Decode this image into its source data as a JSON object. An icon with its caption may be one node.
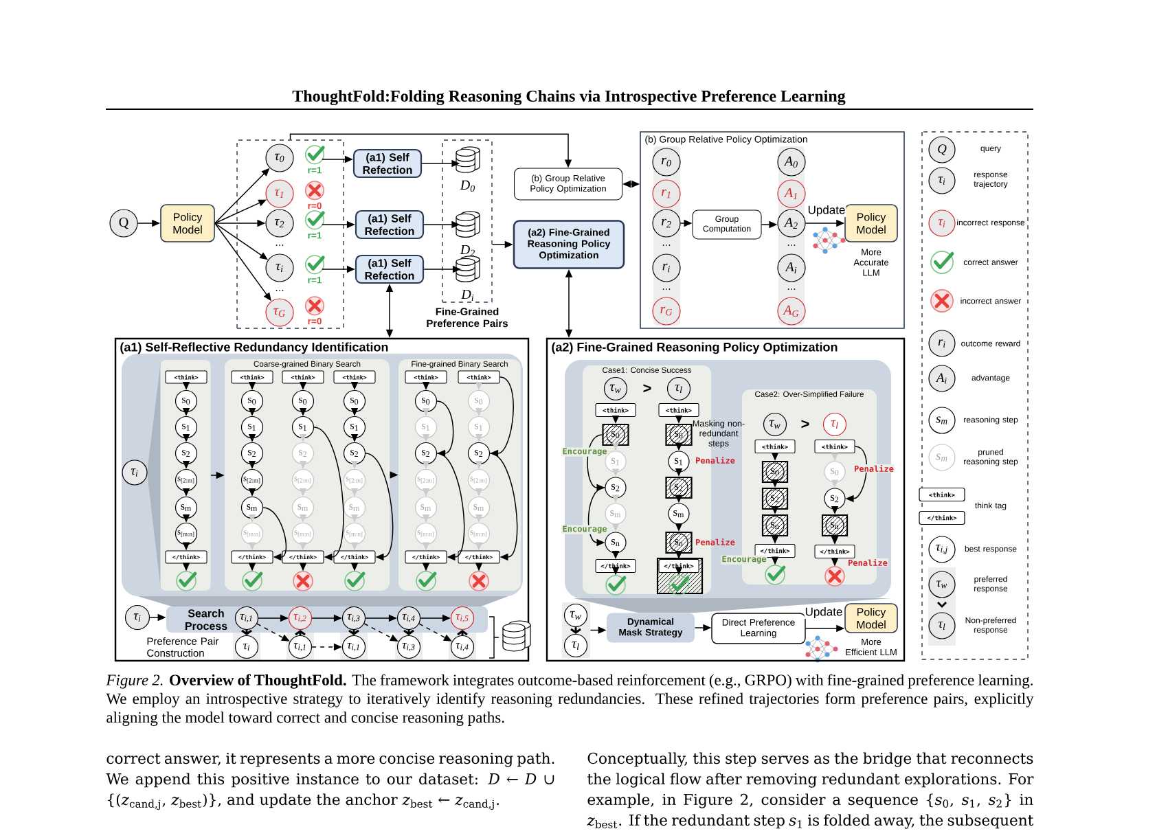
{
  "diagram": {
    "title": "ThoughtFold:Folding Reasoning Chains via Introspective Preference Learning",
    "caption": "*Figure 2.* **Overview of ThoughtFold.** The framework integrates outcome-based reinforcement (e.g., GRPO) with fine-grained preference learning. We employ an introspective strategy to iteratively identify reasoning redundancies. These refined trajectories form preference pairs, explicitly aligning the model toward correct and concise reasoning paths.",
    "nodes": [
      {
        "text": [
          "Q"
        ]
      },
      {
        "text": [
          "Policy Model"
        ]
      },
      {
        "text": [],
        "shape": "box"
      },
      {
        "text": [
          "τ$_{0}$"
        ],
        "in": 2
      },
      {
        "text": [
          "τ$_{1}$"
        ],
        "in": 2
      },
      {
        "text": [
          "τ$_{2}$"
        ],
        "in": 2
      },
      {
        "text": [
          "τ$_{i}$"
        ],
        "in": 2
      },
      {
        "text": [
          "τ$_{G}$"
        ],
        "in": 2
      },
      {
        "text": [
          "r=1"
        ],
        "in": 2
      },
      {
        "text": [
          "r=0"
        ],
        "in": 2
      },
      {
        "text": [
          "r=1"
        ],
        "in": 2
      },
      {
        "text": [
          "r=1"
        ],
        "in": 2
      },
      {
        "text": [
          "r=0"
        ],
        "in": 2
      },
      {
        "text": [
          "(a1) Self Refection"
        ]
      },
      {
        "text": [
          "(a1) Self Refection"
        ]
      },
      {
        "text": [
          "(a1) Self Refection"
        ]
      },
      {
        "text": [
          "Fine-Grained Preference Pairs"
        ]
      },
      {
        "text": [
          "D$_{0}$"
        ],
        "in": 16
      },
      {
        "text": [
          "D$_{2}$"
        ],
        "in": 16
      },
      {
        "text": [
          "D$_{i}$"
        ],
        "in": 16
      },
      {
        "text": [
          "(b) Group Relative Policy Optimization"
        ]
      },
      {
        "text": [
          "(a2) Fine-Grained Reasoning Policy Optimization"
        ]
      },
      {
        "text": [
          "(b) Group Relative Policy Optimization"
        ]
      },
      {
        "text": [
          "r$_{0}$"
        ],
        "in": 22
      },
      {
        "text": [
          "r$_{1}$"
        ],
        "in": 22
      },
      {
        "text": [
          "r$_{2}$"
        ],
        "in": 22
      },
      {
        "text": [
          "r$_{i}$"
        ],
        "in": 22
      },
      {
        "text": [
          "r$_{G}$"
        ],
        "in": 22
      },
      {
        "text": [
          "Group Computation"
        ],
        "in": 22
      },
      {
        "text": [
          "A$_{0}$"
        ],
        "in": 22
      },
      {
        "text": [
          "A$_{1}$"
        ],
        "in": 22
      },
      {
        "text": [
          "A$_{2}$"
        ],
        "in": 22
      },
      {
        "text": [
          "A$_{i}$"
        ],
        "in": 22
      },
      {
        "text": [
          "A$_{G}$"
        ],
        "in": 22
      },
      {
        "text": [
          "Policy Model"
        ],
        "beside": [
          "More Accurate LLM"
        ],
        "in": 22
      },
      {
        "text": [
          "(a1) Self-Reflective Redundancy Identification"
        ]
      },
      {
        "text": [
          "τ$_{i}$"
        ],
        "in": 35
      },
      {
        "text": [],
        "shape": "box",
        "in": 35
      },
      {
        "text": [
          "Coarse-grained Binary Search"
        ],
        "in": 35
      },
      {
        "text": [
          "Fine-grained Binary Search"
        ],
        "in": 35
      },
      {
        "text": [
          "<think>"
        ],
        "in": 37
      },
      {
        "text": [
          "s$_{0}$"
        ],
        "in": 37
      },
      {
        "text": [
          "s$_{1}$"
        ],
        "in": 37
      },
      {
        "text": [
          "s$_{2}$"
        ],
        "in": 37
      },
      {
        "text": [
          "s$_{[2:m]}$"
        ],
        "in": 37
      },
      {
        "text": [
          "s$_{m}$"
        ],
        "in": 37
      },
      {
        "text": [
          "s$_{[m:n]}$"
        ],
        "in": 37
      },
      {
        "text": [
          "</think>"
        ],
        "in": 37
      },
      {
        "text": [],
        "shape": "check",
        "in": 37
      },
      {
        "text": [
          "<think>"
        ],
        "in": 38
      },
      {
        "text": [
          "s$_{0}$"
        ],
        "in": 38
      },
      {
        "text": [
          "s$_{1}$"
        ],
        "in": 38
      },
      {
        "text": [
          "s$_{2}$"
        ],
        "in": 38
      },
      {
        "text": [
          "s$_{[2:m]}$"
        ],
        "in": 38
      },
      {
        "text": [
          "s$_{m}$"
        ],
        "in": 38
      },
      {
        "text": [
          "s$_{[m:n]}$"
        ],
        "in": 38
      },
      {
        "text": [
          "</think>"
        ],
        "in": 38
      },
      {
        "text": [],
        "shape": "check",
        "in": 38
      },
      {
        "text": [
          "<think>"
        ],
        "in": 38
      },
      {
        "text": [
          "s$_{0}$"
        ],
        "in": 38
      },
      {
        "text": [
          "s$_{1}$"
        ],
        "in": 38
      },
      {
        "text": [
          "s$_{2}$"
        ],
        "in": 38
      },
      {
        "text": [
          "s$_{[2:m]}$"
        ],
        "in": 38
      },
      {
        "text": [
          "s$_{m}$"
        ],
        "in": 38
      },
      {
        "text": [
          "s$_{[m:n]}$"
        ],
        "in": 38
      },
      {
        "text": [
          "</think>"
        ],
        "in": 38
      },
      {
        "text": [],
        "shape": "cross",
        "in": 38
      },
      {
        "text": [
          "<think>"
        ],
        "in": 38
      },
      {
        "text": [
          "s$_{0}$"
        ],
        "in": 38
      },
      {
        "text": [
          "s$_{1}$"
        ],
        "in": 38
      },
      {
        "text": [
          "s$_{2}$"
        ],
        "in": 38
      },
      {
        "text": [
          "s$_{[2:m]}$"
        ],
        "in": 38
      },
      {
        "text": [
          "s$_{m}$"
        ],
        "in": 38
      },
      {
        "text": [
          "s$_{[m:n]}$"
        ],
        "in": 38
      },
      {
        "text": [
          "</think>"
        ],
        "in": 38
      },
      {
        "text": [],
        "shape": "check",
        "in": 38
      },
      {
        "text": [
          "<think>"
        ],
        "in": 39
      },
      {
        "text": [
          "s$_{0}$"
        ],
        "in": 39
      },
      {
        "text": [
          "s$_{1}$"
        ],
        "in": 39
      },
      {
        "text": [
          "s$_{2}$"
        ],
        "in": 39
      },
      {
        "text": [
          "s$_{[2:m]}$"
        ],
        "in": 39
      },
      {
        "text": [
          "s$_{m}$"
        ],
        "in": 39
      },
      {
        "text": [
          "s$_{[m:n]}$"
        ],
        "in": 39
      },
      {
        "text": [
          "</think>"
        ],
        "in": 39
      },
      {
        "text": [],
        "shape": "check",
        "in": 39
      },
      {
        "text": [
          "<think>"
        ],
        "in": 39
      },
      {
        "text": [
          "s$_{0}$"
        ],
        "in": 39
      },
      {
        "text": [
          "s$_{1}$"
        ],
        "in": 39
      },
      {
        "text": [
          "s$_{2}$"
        ],
        "in": 39
      },
      {
        "text": [
          "s$_{[2:m]}$"
        ],
        "in": 39
      },
      {
        "text": [
          "s$_{m}$"
        ],
        "in": 39
      },
      {
        "text": [
          "s$_{[m:n]}$"
        ],
        "in": 39
      },
      {
        "text": [
          "</think>"
        ],
        "in": 39
      },
      {
        "text": [],
        "shape": "cross",
        "in": 39
      },
      {
        "text": [
          "τ$_{i}$"
        ],
        "in": 35
      },
      {
        "text": [
          "Search Process"
        ],
        "in": 35
      },
      {
        "text": [
          "τ$_{i,1}$"
        ],
        "in": 95
      },
      {
        "text": [
          "τ$_{i,2}$"
        ],
        "in": 95
      },
      {
        "text": [
          "τ$_{i,3}$"
        ],
        "in": 95
      },
      {
        "text": [
          "τ$_{i,4}$"
        ],
        "in": 95
      },
      {
        "text": [
          "τ$_{i,5}$"
        ],
        "in": 95
      },
      {
        "text": [
          "τ$_{i}$"
        ],
        "in": 35
      },
      {
        "text": [
          "τ$_{i,1}$"
        ],
        "in": 35
      },
      {
        "text": [
          "τ$_{i,1}$"
        ],
        "in": 35
      },
      {
        "text": [
          "τ$_{i,3}$"
        ],
        "in": 35
      },
      {
        "text": [
          "τ$_{i,4}$"
        ],
        "in": 35
      },
      {
        "text": [],
        "shape": "cylinder",
        "in": 35
      },
      {
        "text": [
          "(a2) Fine-Grained Reasoning Policy Optimization"
        ]
      },
      {
        "text": [
          "Case1: Concise Success"
        ],
        "in": 107
      },
      {
        "text": [
          "τ$_{w}$"
        ],
        "in": 108
      },
      {
        "text": [
          "τ$_{l}$"
        ],
        "in": 108
      },
      {
        "text": [
          "<think>"
        ],
        "in": 108
      },
      {
        "text": [
          "s$_{0}$"
        ],
        "in": 108
      },
      {
        "text": [
          "s$_{1}$"
        ],
        "in": 108
      },
      {
        "text": [
          "s$_{2}$"
        ],
        "in": 108
      },
      {
        "text": [
          "s$_{m}$"
        ],
        "in": 108
      },
      {
        "text": [
          "s$_{n}$"
        ],
        "in": 108
      },
      {
        "text": [
          "</think>"
        ],
        "in": 108
      },
      {
        "text": [],
        "shape": "check",
        "in": 108
      },
      {
        "text": [
          "<think>"
        ],
        "in": 108
      },
      {
        "text": [
          "s$_{0}$"
        ],
        "in": 108
      },
      {
        "text": [
          "s$_{1}$"
        ],
        "beside": [
          "Penalize"
        ],
        "in": 108
      },
      {
        "text": [
          "s$_{2}$"
        ],
        "in": 108
      },
      {
        "text": [
          "s$_{m}$"
        ],
        "in": 108
      },
      {
        "text": [
          "s$_{n}$"
        ],
        "beside": [
          "Penalize"
        ],
        "in": 108
      },
      {
        "text": [
          "</think>"
        ],
        "in": 108
      },
      {
        "text": [],
        "shape": "check",
        "in": 108
      },
      {
        "text": [
          "Case2: Over-Simplified Failure"
        ],
        "in": 107
      },
      {
        "text": [
          "τ$_{w}$"
        ],
        "in": 127
      },
      {
        "text": [
          "τ$_{l}$"
        ],
        "in": 127
      },
      {
        "text": [
          "<think>"
        ],
        "in": 127
      },
      {
        "text": [
          "s$_{0}$"
        ],
        "in": 127
      },
      {
        "text": [
          "s$_{2}$"
        ],
        "in": 127
      },
      {
        "text": [
          "s$_{n}$"
        ],
        "in": 127
      },
      {
        "text": [
          "</think>"
        ],
        "in": 127
      },
      {
        "text": [],
        "shape": "check",
        "in": 127
      },
      {
        "text": [
          "<think>"
        ],
        "in": 127
      },
      {
        "text": [
          "s$_{0}$"
        ],
        "in": 127
      },
      {
        "text": [
          "s$_{2}$"
        ],
        "in": 127
      },
      {
        "text": [
          "s$_{n}$"
        ],
        "in": 127
      },
      {
        "text": [
          "</think>"
        ],
        "in": 127
      },
      {
        "text": [],
        "shape": "cross",
        "in": 127
      },
      {
        "text": [],
        "shape": "box",
        "in": 107
      },
      {
        "text": [
          "τ$_{w}$"
        ],
        "in": 142
      },
      {
        "text": [
          "τ$_{l}$"
        ],
        "in": 142
      },
      {
        "text": [
          "Dynamical Mask Strategy"
        ],
        "in": 107
      },
      {
        "text": [
          "Direct Preference Learning"
        ],
        "in": 107
      },
      {
        "text": [
          "Policy Model"
        ],
        "beside": [
          "More Efficient LLM"
        ],
        "in": 107
      }
    ],
    "edges": [
      {
        "from": 0,
        "to": 1,
        "arrow": "to"
      },
      {
        "from": 1,
        "to": 3,
        "arrow": "to"
      },
      {
        "from": 1,
        "to": 4,
        "arrow": "to"
      },
      {
        "from": 1,
        "to": 5,
        "arrow": "to"
      },
      {
        "from": 1,
        "to": 6,
        "arrow": "to"
      },
      {
        "from": 1,
        "to": 7,
        "arrow": "to"
      },
      {
        "from": 8,
        "to": 13,
        "arrow": "to"
      },
      {
        "from": 10,
        "to": 14,
        "arrow": "to"
      },
      {
        "from": 11,
        "to": 15,
        "arrow": "to"
      },
      {
        "from": 13,
        "to": 17,
        "arrow": "to"
      },
      {
        "from": 14,
        "to": 18,
        "arrow": "to"
      },
      {
        "from": 15,
        "to": 19,
        "arrow": "to"
      },
      {
        "from": 2,
        "to": 20,
        "arrow": "to"
      },
      {
        "from": 20,
        "to": 22,
        "arrow": "both"
      },
      {
        "from": 16,
        "to": 21,
        "arrow": "to"
      },
      {
        "from": 15,
        "to": 35,
        "arrow": "both"
      },
      {
        "from": 21,
        "to": 107,
        "arrow": "both"
      },
      {
        "from": 25,
        "to": 28,
        "arrow": "to"
      },
      {
        "from": 28,
        "to": 31,
        "arrow": "to"
      },
      {
        "from": 31,
        "to": 34,
        "arrow": "to",
        "label": "Update"
      },
      {
        "from": 37,
        "to": 38,
        "arrow": "to"
      },
      {
        "from": 38,
        "to": 39,
        "arrow": "to"
      },
      {
        "from": 40,
        "to": 41,
        "arrow": "to"
      },
      {
        "from": 41,
        "to": 42,
        "arrow": "to"
      },
      {
        "from": 42,
        "to": 43,
        "arrow": "to"
      },
      {
        "from": 43,
        "to": 44,
        "arrow": "to"
      },
      {
        "from": 44,
        "to": 45,
        "arrow": "to"
      },
      {
        "from": 45,
        "to": 46,
        "arrow": "to"
      },
      {
        "from": 46,
        "to": 47,
        "arrow": "to"
      },
      {
        "from": 47,
        "to": 48,
        "arrow": "to"
      },
      {
        "from": 49,
        "to": 50,
        "arrow": "to"
      },
      {
        "from": 50,
        "to": 51,
        "arrow": "to"
      },
      {
        "from": 51,
        "to": 52,
        "arrow": "to"
      },
      {
        "from": 52,
        "to": 53,
        "arrow": "to"
      },
      {
        "from": 53,
        "to": 54,
        "arrow": "to"
      },
      {
        "from": 54,
        "to": 55,
        "arrow": "to",
        "color": "#cccccc"
      },
      {
        "from": 55,
        "to": 56,
        "arrow": "to",
        "color": "#cccccc"
      },
      {
        "from": 54,
        "to": 56,
        "arrow": "to"
      },
      {
        "from": 56,
        "to": 57,
        "arrow": "to"
      },
      {
        "from": 58,
        "to": 59,
        "arrow": "to"
      },
      {
        "from": 59,
        "to": 60,
        "arrow": "to"
      },
      {
        "from": 60,
        "to": 61,
        "arrow": "to",
        "color": "#cccccc"
      },
      {
        "from": 61,
        "to": 62,
        "arrow": "to",
        "color": "#cccccc"
      },
      {
        "from": 62,
        "to": 63,
        "arrow": "to",
        "color": "#cccccc"
      },
      {
        "from": 63,
        "to": 64,
        "arrow": "to",
        "color": "#cccccc"
      },
      {
        "from": 64,
        "to": 65,
        "arrow": "to",
        "color": "#cccccc"
      },
      {
        "from": 60,
        "to": 65,
        "arrow": "to"
      },
      {
        "from": 65,
        "to": 66,
        "arrow": "to"
      },
      {
        "from": 67,
        "to": 68,
        "arrow": "to"
      },
      {
        "from": 68,
        "to": 69,
        "arrow": "to"
      },
      {
        "from": 69,
        "to": 70,
        "arrow": "to"
      },
      {
        "from": 70,
        "to": 71,
        "arrow": "to",
        "color": "#cccccc"
      },
      {
        "from": 71,
        "to": 72,
        "arrow": "to",
        "color": "#cccccc"
      },
      {
        "from": 72,
        "to": 73,
        "arrow": "to",
        "color": "#cccccc"
      },
      {
        "from": 73,
        "to": 74,
        "arrow": "to",
        "color": "#cccccc"
      },
      {
        "from": 70,
        "to": 74,
        "arrow": "to"
      },
      {
        "from": 74,
        "to": 75,
        "arrow": "to"
      },
      {
        "from": 76,
        "to": 77,
        "arrow": "to"
      },
      {
        "from": 77,
        "to": 78,
        "arrow": "to",
        "color": "#cccccc"
      },
      {
        "from": 78,
        "to": 79,
        "arrow": "to",
        "color": "#cccccc"
      },
      {
        "from": 77,
        "to": 79,
        "arrow": "to"
      },
      {
        "from": 79,
        "to": 80,
        "arrow": "to",
        "color": "#cccccc"
      },
      {
        "from": 80,
        "to": 81,
        "arrow": "to",
        "color": "#cccccc"
      },
      {
        "from": 81,
        "to": 82,
        "arrow": "to",
        "color": "#cccccc"
      },
      {
        "from": 82,
        "to": 83,
        "arrow": "to",
        "color": "#cccccc"
      },
      {
        "from": 79,
        "to": 83,
        "arrow": "to"
      },
      {
        "from": 83,
        "to": 84,
        "arrow": "to"
      },
      {
        "from": 85,
        "to": 86,
        "arrow": "to",
        "color": "#cccccc"
      },
      {
        "from": 86,
        "to": 87,
        "arrow": "to",
        "color": "#cccccc"
      },
      {
        "from": 87,
        "to": 88,
        "arrow": "to",
        "color": "#cccccc"
      },
      {
        "from": 85,
        "to": 88,
        "arrow": "to"
      },
      {
        "from": 88,
        "to": 89,
        "arrow": "to",
        "color": "#cccccc"
      },
      {
        "from": 89,
        "to": 90,
        "arrow": "to",
        "color": "#cccccc"
      },
      {
        "from": 90,
        "to": 91,
        "arrow": "to",
        "color": "#cccccc"
      },
      {
        "from": 91,
        "to": 92,
        "arrow": "to",
        "color": "#cccccc"
      },
      {
        "from": 88,
        "to": 92,
        "arrow": "to"
      },
      {
        "from": 92,
        "to": 93,
        "arrow": "to"
      },
      {
        "from": 94,
        "to": 95,
        "arrow": "to"
      },
      {
        "from": 96,
        "to": 97,
        "arrow": "to"
      },
      {
        "from": 97,
        "to": 98,
        "arrow": "to"
      },
      {
        "from": 98,
        "to": 99,
        "arrow": "to"
      },
      {
        "from": 99,
        "to": 100,
        "arrow": "to"
      },
      {
        "from": 96,
        "to": 101,
        "arrow": "to"
      },
      {
        "from": 102,
        "to": 97,
        "arrow": "to"
      },
      {
        "from": 98,
        "to": 103,
        "arrow": "to"
      },
      {
        "from": 99,
        "to": 104,
        "arrow": "to"
      },
      {
        "from": 105,
        "to": 100,
        "arrow": "to"
      },
      {
        "from": 96,
        "to": 102,
        "arrow": "to",
        "style": "dashed"
      },
      {
        "from": 102,
        "to": 103,
        "arrow": "to",
        "style": "dashed"
      },
      {
        "from": 98,
        "to": 104,
        "arrow": "to",
        "style": "dashed"
      },
      {
        "from": 99,
        "to": 105,
        "arrow": "to",
        "style": "dashed"
      },
      {
        "from": 111,
        "to": 112,
        "arrow": "to"
      },
      {
        "from": 112,
        "to": 113,
        "arrow": "to",
        "color": "#cccccc"
      },
      {
        "from": 113,
        "to": 114,
        "arrow": "to",
        "color": "#cccccc"
      },
      {
        "from": 112,
        "to": 114,
        "arrow": "to",
        "label": "Encourage"
      },
      {
        "from": 114,
        "to": 115,
        "arrow": "to",
        "color": "#cccccc"
      },
      {
        "from": 115,
        "to": 116,
        "arrow": "to",
        "color": "#cccccc"
      },
      {
        "from": 114,
        "to": 116,
        "arrow": "to",
        "label": "Encourage"
      },
      {
        "from": 116,
        "to": 117,
        "arrow": "to"
      },
      {
        "from": 117,
        "to": 118,
        "arrow": "to"
      },
      {
        "from": 119,
        "to": 120,
        "arrow": "to"
      },
      {
        "from": 120,
        "to": 121,
        "arrow": "to"
      },
      {
        "from": 121,
        "to": 122,
        "arrow": "to"
      },
      {
        "from": 122,
        "to": 123,
        "arrow": "to"
      },
      {
        "from": 123,
        "to": 124,
        "arrow": "to"
      },
      {
        "from": 124,
        "to": 125,
        "arrow": "to"
      },
      {
        "from": 125,
        "to": 126,
        "arrow": "to"
      },
      {
        "from": 130,
        "to": 131,
        "arrow": "to"
      },
      {
        "from": 131,
        "to": 132,
        "arrow": "to"
      },
      {
        "from": 132,
        "to": 133,
        "arrow": "to"
      },
      {
        "from": 133,
        "to": 134,
        "arrow": "to"
      },
      {
        "from": 134,
        "to": 135,
        "arrow": "to",
        "label": "Encourage"
      },
      {
        "from": 136,
        "to": 137,
        "arrow": "to",
        "color": "#cccccc"
      },
      {
        "from": 137,
        "to": 138,
        "arrow": "to",
        "color": "#cccccc"
      },
      {
        "from": 136,
        "to": 138,
        "arrow": "to",
        "label": "Penalize"
      },
      {
        "from": 138,
        "to": 139,
        "arrow": "to"
      },
      {
        "from": 139,
        "to": 140,
        "arrow": "to"
      },
      {
        "from": 140,
        "to": 141,
        "arrow": "to",
        "label": "Penalize"
      },
      {
        "from": 143,
        "to": 144,
        "arrow": "to"
      },
      {
        "from": 142,
        "to": 145,
        "arrow": "to"
      },
      {
        "from": 145,
        "to": 146,
        "arrow": "to"
      },
      {
        "from": 146,
        "to": 147,
        "arrow": "to",
        "label": "Update"
      }
    ],
    "labels": [
      "...",
      "...",
      "...",
      "...",
      "...",
      "...",
      "Preference Pair Construction",
      ">",
      "Masking non-redundant steps",
      ">",
      "Q",
      "τ$_{i}$",
      "τ$_{i}$",
      "r$_{i}$",
      "A$_{i}$",
      "s$_{m}$",
      "s$_{m}$",
      "<think>",
      "</think>",
      "τ$_{i,j}$",
      "τ$_{w}$",
      "τ$_{l}$",
      "correct answer, it represents a more concise reasoning path. We append this positive instance to our dataset: *D* ← *D* ∪ {(*z*$_{cand,j}$, *z*$_{best}$)}, and update the anchor *z*$_{best}$ ← *z*$_{cand,j}$.",
      "Conceptually, this step serves as the bridge that reconnects the logical flow after removing redundant explorations. For example, in Figure 2, consider a sequence {*s*$_{0}$, *s*$_{1}$, *s*$_{2}$} in *z*$_{best}$. If the redundant step *s*$_{1}$ is folded away, the subsequent"
    ],
    "legend": [
      {
        "text": "query"
      },
      {
        "text": "response trajectory"
      },
      {
        "text": "incorrect response"
      },
      {
        "text": "correct answer"
      },
      {
        "text": "incorrect answer"
      },
      {
        "text": "outcome reward"
      },
      {
        "text": "advantage"
      },
      {
        "text": "reasoning step"
      },
      {
        "text": "pruned reasoning step"
      },
      {
        "text": "think tag"
      },
      {
        "text": "best response"
      },
      {
        "text": "preferred response"
      },
      {
        "text": "Non-preferred response"
      }
    ]
  }
}
